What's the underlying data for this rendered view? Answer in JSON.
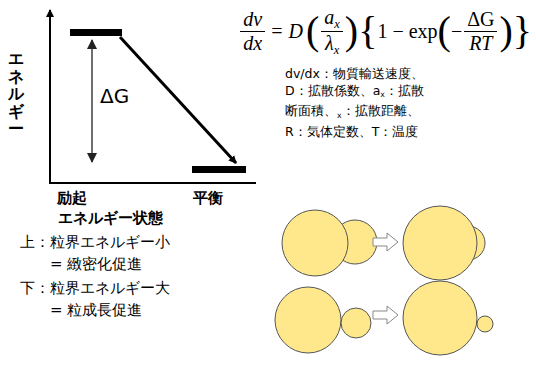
{
  "diagram": {
    "labels": [
      "エネルギー",
      "ΔG",
      "励起",
      "平衡",
      "エネルギー状態",
      "dv",
      "dx",
      "= D",
      "(",
      "a",
      "x",
      "λ",
      "x",
      ")",
      "{",
      "1 − exp",
      "(",
      "−",
      "ΔG",
      "RT",
      ")",
      "}",
      "dv/dx：物質輸送速度、",
      "D：拡散係数、a",
      "x",
      "：拡散",
      "断面積、",
      "x",
      "：拡散距離、",
      "R：気体定数、T：温度",
      "上：粒界エネルギー小",
      "= 緻密化促進",
      "下：粒界エネルギー大",
      "= 粒成長促進"
    ]
  }
}
